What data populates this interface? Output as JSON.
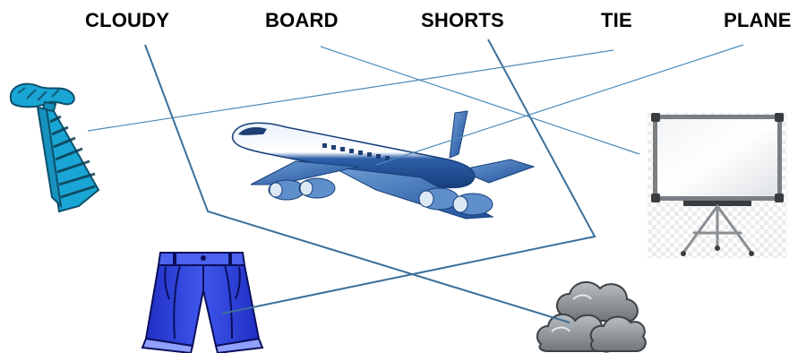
{
  "words": {
    "cloudy": "CLOUDY",
    "board": "BOARD",
    "shorts": "SHORTS",
    "tie": "TIE",
    "plane": "PLANE"
  },
  "pictures": [
    {
      "icon": "tie-icon",
      "matches": "TIE"
    },
    {
      "icon": "airplane-icon",
      "matches": "PLANE"
    },
    {
      "icon": "whiteboard-icon",
      "matches": "BOARD"
    },
    {
      "icon": "shorts-icon",
      "matches": "SHORTS"
    },
    {
      "icon": "cloud-icon",
      "matches": "CLOUDY"
    }
  ],
  "colors": {
    "line": "#3a6f9a",
    "tie": "#1aa6d4",
    "plane": "#2d5fa8",
    "shorts": "#2a3fd6",
    "cloud": "#8e9498",
    "board_frame": "#7a7f84"
  }
}
